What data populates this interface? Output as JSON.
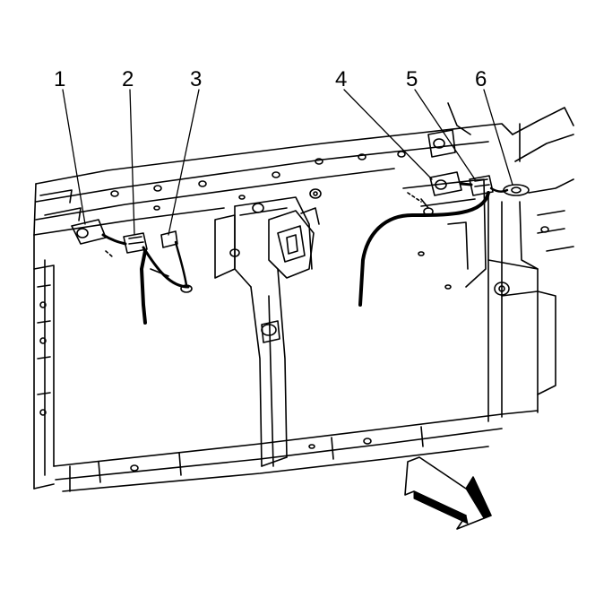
{
  "callouts": [
    {
      "label": "1"
    },
    {
      "label": "2"
    },
    {
      "label": "3"
    },
    {
      "label": "4"
    },
    {
      "label": "5"
    },
    {
      "label": "6"
    }
  ],
  "colors": {
    "line": "#000000",
    "background": "#ffffff",
    "arrow_fill": "#ffffff"
  },
  "icons": {
    "direction_arrow": "front-direction-arrow-icon"
  }
}
